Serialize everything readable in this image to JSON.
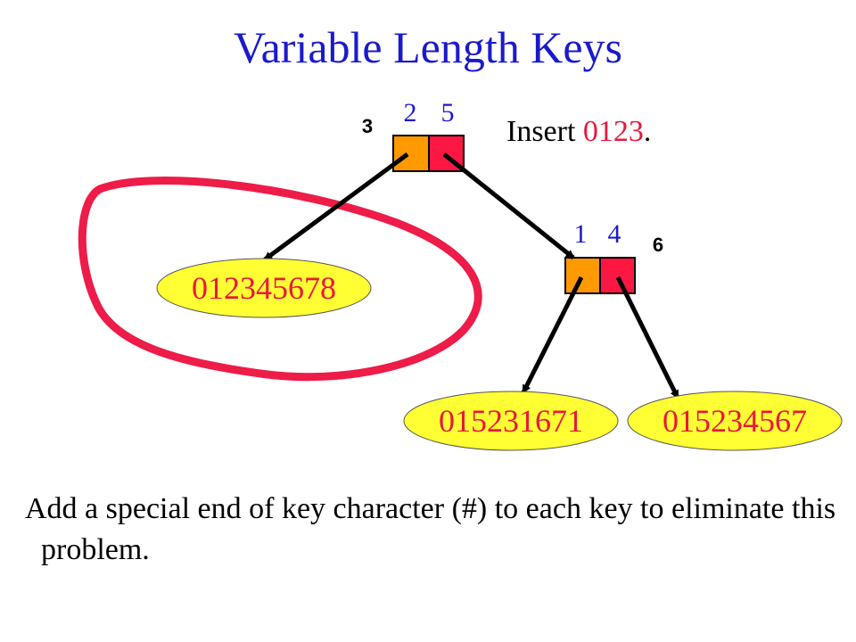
{
  "slide": {
    "title": "Variable Length Keys",
    "instruction_prefix": "Insert ",
    "instruction_key": "0123",
    "instruction_suffix": ".",
    "body": "Add a special end of key character (#) to each key to eliminate this problem."
  },
  "diagram": {
    "root": {
      "number": "3",
      "digits": [
        "2",
        "5"
      ]
    },
    "inner": {
      "number": "6",
      "digits": [
        "1",
        "4"
      ]
    },
    "elements": [
      "012345678",
      "015231671",
      "015234567"
    ]
  },
  "colors": {
    "title": "#1a1acc",
    "digit_label": "#1a1acc",
    "key_text": "#e8193c",
    "element_fill": "#ffff33",
    "left_cell": "#ff9900",
    "right_cell": "#ff1744",
    "highlight_loop": "#ee1c48",
    "arrow": "#000000"
  }
}
